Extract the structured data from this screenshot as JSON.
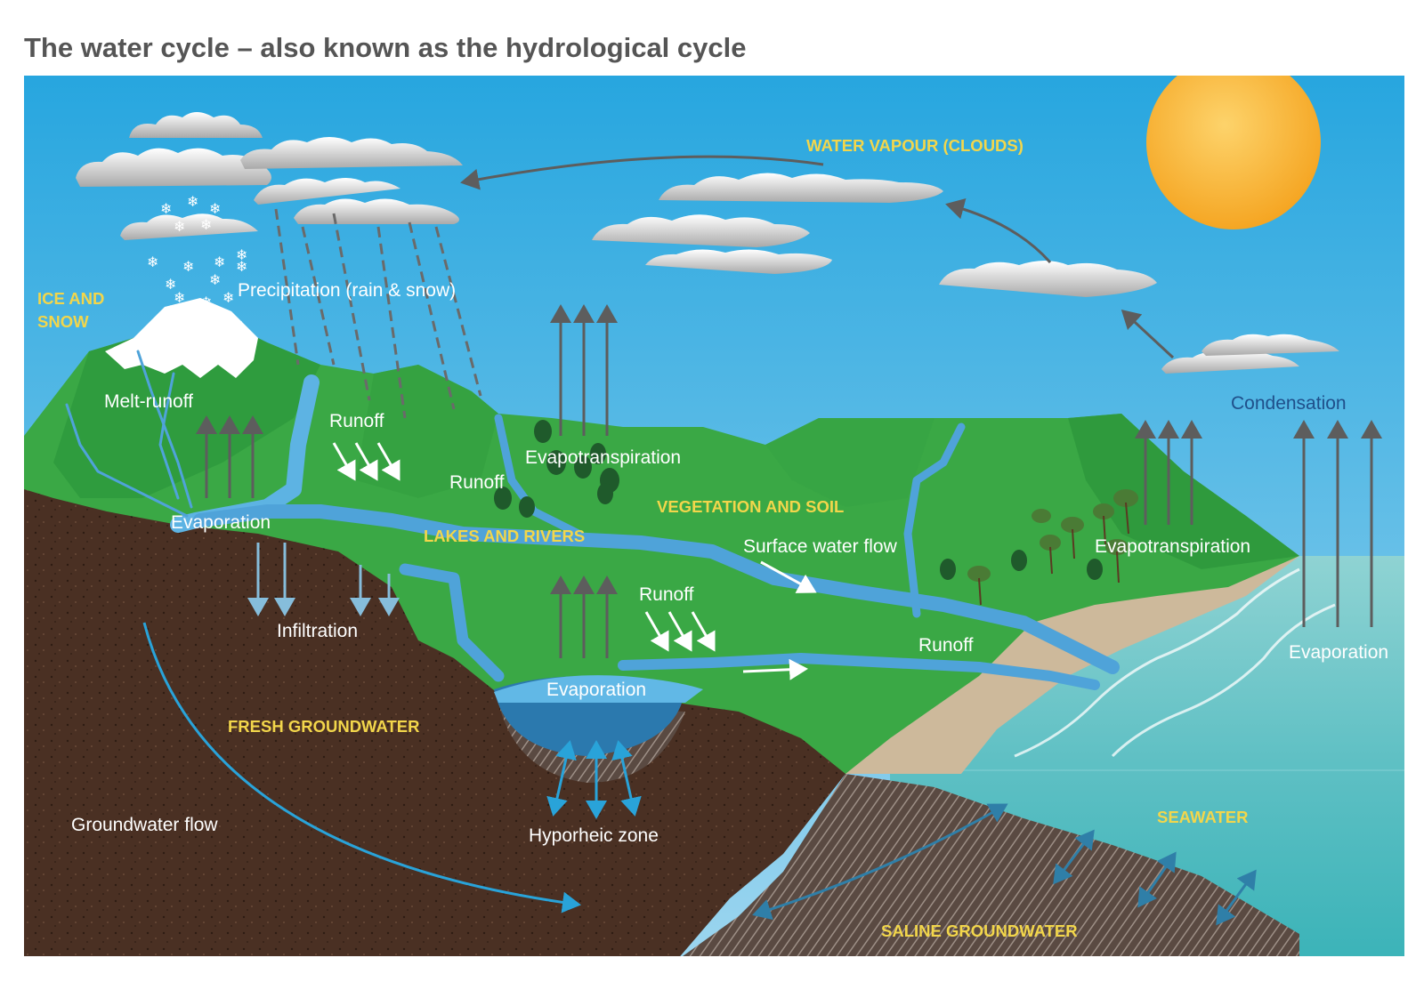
{
  "title": "The water cycle – also known as the hydrological cycle",
  "zones": {
    "water_vapour": "WATER VAPOUR (CLOUDS)",
    "ice_snow_line1": "ICE AND",
    "ice_snow_line2": "SNOW",
    "vegetation": "VEGETATION AND SOIL",
    "lakes_rivers": "LAKES AND RIVERS",
    "fresh_groundwater": "FRESH GROUNDWATER",
    "seawater": "SEAWATER",
    "saline_groundwater": "SALINE GROUNDWATER"
  },
  "processes": {
    "precipitation": "Precipitation (rain & snow)",
    "melt_runoff": "Melt-runoff",
    "runoff": "Runoff",
    "evaporation": "Evaporation",
    "evapotranspiration": "Evapotranspiration",
    "condensation": "Condensation",
    "surface_water_flow": "Surface water flow",
    "infiltration": "Infiltration",
    "groundwater_flow": "Groundwater flow",
    "hyporheic_zone": "Hyporheic zone"
  },
  "colors": {
    "sky_top": "#29a8e0",
    "sky_bottom": "#8fd0ee",
    "land": "#3aa845",
    "land_dark": "#2c8c3a",
    "soil": "#4a3023",
    "river": "#4fa3d9",
    "sea": "#6cc5cc",
    "sun": "#f7b534",
    "zone_label": "#f2d64b",
    "arrow": "#5d5d5d",
    "condensation_label": "#1f4f8a"
  }
}
